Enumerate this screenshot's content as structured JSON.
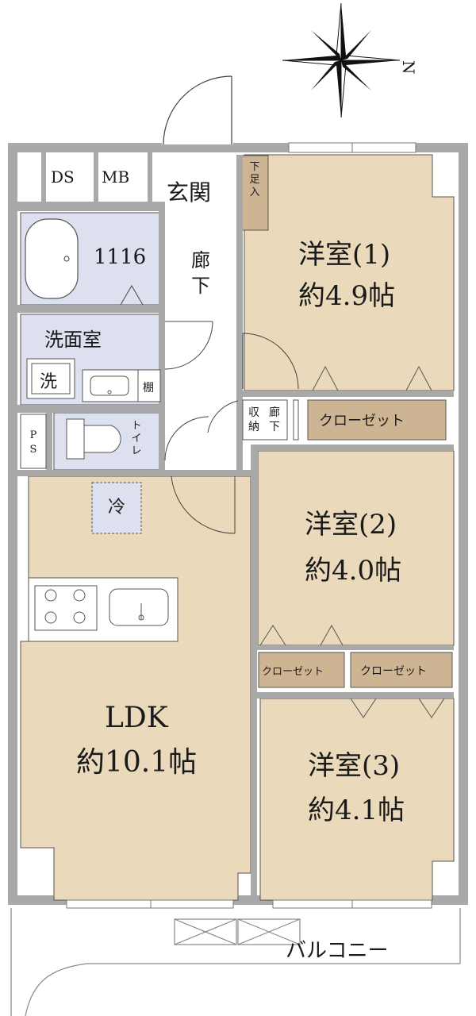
{
  "labels": {
    "ds": "DS",
    "mb": "MB",
    "entrance": "玄関",
    "shoe_storage": "下足入",
    "bath": "1116",
    "corridor": "廊下",
    "washroom": "洗面室",
    "washer": "洗",
    "shelf": "棚",
    "ps": "PS",
    "toilet": "トイレ",
    "corridor_storage": "収納",
    "corridor_storage_sub": "廊下",
    "fridge": "冷",
    "room1_name": "洋室(1)",
    "room1_size": "約4.9帖",
    "closet1": "クローゼット",
    "room2_name": "洋室(2)",
    "room2_size": "約4.0帖",
    "closet2a": "クローゼット",
    "closet2b": "クローゼット",
    "room3_name": "洋室(3)",
    "room3_size": "約4.1帖",
    "ldk_name": "LDK",
    "ldk_size": "約10.1帖",
    "balcony": "バルコニー",
    "compass_n": "N"
  },
  "colors": {
    "floor_wood": "#ead9bb",
    "floor_wet": "#dde0ef",
    "closet": "#cdb594",
    "wall": "#a9a9a9",
    "line": "#333333"
  }
}
